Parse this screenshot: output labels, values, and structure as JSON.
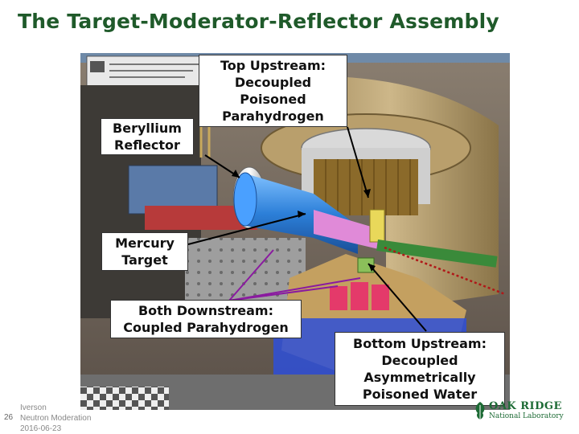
{
  "title": "The Target-Moderator-Reflector Assembly",
  "labels": {
    "beryllium": "Beryllium\nReflector",
    "top_upstream": "Top Upstream:\nDecoupled\nPoisoned\nParahydrogen",
    "mercury": "Mercury\nTarget",
    "both_downstream": "Both Downstream:\nCoupled Parahydrogen",
    "bottom_upstream": "Bottom Upstream:\nDecoupled\nAsymmetrically\nPoisoned Water"
  },
  "footer": {
    "author": "Iverson",
    "topic": "Neutron Moderation",
    "date": "2016-06-23",
    "page": "26"
  },
  "logo": {
    "line1": "OAK RIDGE",
    "line2": "National Laboratory"
  },
  "colors": {
    "title": "#1f5a2a",
    "arrow": "#000000",
    "arrow_purple": "#8a1aa0",
    "dotted_red": "#b01818",
    "logo": "#1d6b35"
  }
}
